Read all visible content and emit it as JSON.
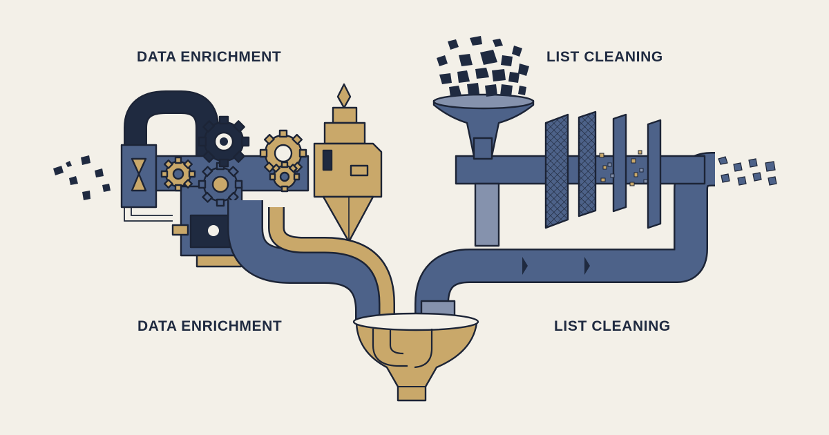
{
  "labels": {
    "top_left": "DATA ENRICHMENT",
    "top_right": "LIST CLEANING",
    "bottom_left": "DATA ENRICHMENT",
    "bottom_right": "LIST CLEANING"
  },
  "colors": {
    "background": "#f3f0e8",
    "navy": "#1f2a40",
    "slate_blue": "#4d6289",
    "light_slate": "#8592ad",
    "gold": "#c9a86a",
    "outline": "#1c2436"
  },
  "icons": [
    "gear-icon",
    "hourglass-icon",
    "funnel-icon",
    "filter-screen-icon",
    "building-icon",
    "drain-icon",
    "debris-icon"
  ]
}
